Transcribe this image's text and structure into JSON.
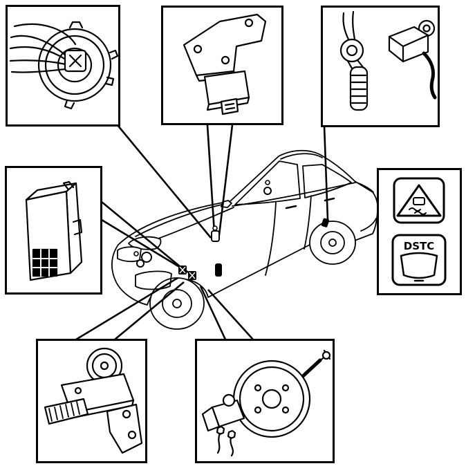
{
  "diagram": {
    "kind": "vehicle-component-location-diagram",
    "colors": {
      "line": "#000000",
      "background": "#ffffff"
    },
    "vehicle": {
      "illustration": "sedan-three-quarter-front-left-line-art"
    },
    "callouts": [
      {
        "id": "steering-angle-sensor",
        "icon": "steering-angle-sensor-icon",
        "position": "top-left"
      },
      {
        "id": "sensor-with-bracket",
        "icon": "sensor-bracket-icon",
        "position": "top-center"
      },
      {
        "id": "wheel-speed-sensors",
        "icon": "wheel-speed-sensor-icon",
        "position": "top-right"
      },
      {
        "id": "control-module",
        "icon": "control-module-icon",
        "position": "middle-left"
      },
      {
        "id": "dstc-switch-and-warning-symbol",
        "icon": "stability-warning-triangle-icon",
        "position": "middle-right",
        "button_label": "DSTC"
      },
      {
        "id": "abs-hydraulic-unit",
        "icon": "abs-hydraulic-unit-icon",
        "position": "bottom-left"
      },
      {
        "id": "brake-booster-master-cylinder",
        "icon": "brake-booster-icon",
        "position": "bottom-right"
      }
    ]
  },
  "dstc_switch": {
    "label": "DSTC"
  }
}
